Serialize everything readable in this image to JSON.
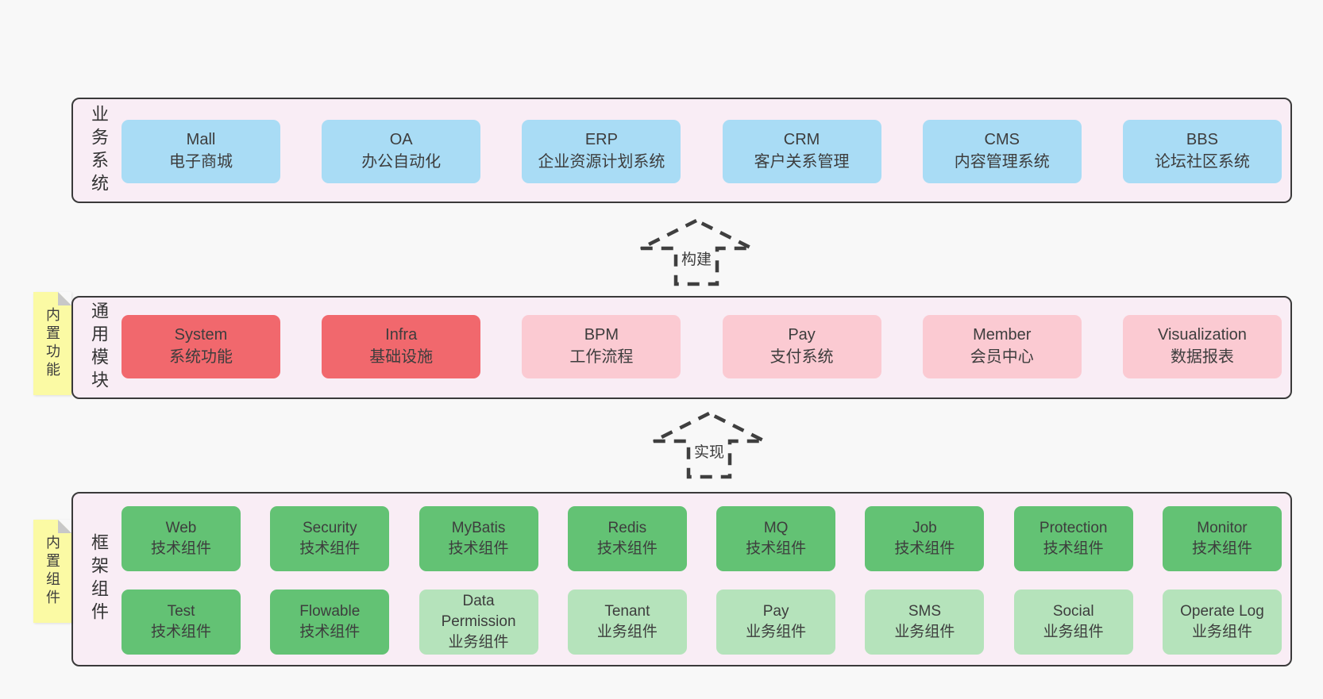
{
  "colors": {
    "page_bg": "#f8f8f8",
    "layer_bg": "#f9edf5",
    "layer_border": "#3a3a3a",
    "box_blue": "#a9dcf5",
    "box_red": "#f1686d",
    "box_pink": "#fbcad2",
    "box_green": "#63c274",
    "box_light_green": "#b5e3bb",
    "note_yellow": "#fbfaa4",
    "note_fold_gray": "#c8c8c8",
    "text": "#3d3d3d"
  },
  "arrows": [
    {
      "label": "构建"
    },
    {
      "label": "实现"
    }
  ],
  "layers": [
    {
      "label": "业务系统",
      "boxes": [
        {
          "name": "Mall",
          "desc": "电子商城"
        },
        {
          "name": "OA",
          "desc": "办公自动化"
        },
        {
          "name": "ERP",
          "desc": "企业资源计划系统"
        },
        {
          "name": "CRM",
          "desc": "客户关系管理"
        },
        {
          "name": "CMS",
          "desc": "内容管理系统"
        },
        {
          "name": "BBS",
          "desc": "论坛社区系统"
        }
      ]
    },
    {
      "label": "通用模块",
      "note": "内置功能",
      "boxes": [
        {
          "name": "System",
          "desc": "系统功能"
        },
        {
          "name": "Infra",
          "desc": "基础设施"
        },
        {
          "name": "BPM",
          "desc": "工作流程"
        },
        {
          "name": "Pay",
          "desc": "支付系统"
        },
        {
          "name": "Member",
          "desc": "会员中心"
        },
        {
          "name": "Visualization",
          "desc": "数据报表"
        }
      ]
    },
    {
      "label": "框架组件",
      "note": "内置组件",
      "row1": [
        {
          "name": "Web",
          "desc": "技术组件"
        },
        {
          "name": "Security",
          "desc": "技术组件"
        },
        {
          "name": "MyBatis",
          "desc": "技术组件"
        },
        {
          "name": "Redis",
          "desc": "技术组件"
        },
        {
          "name": "MQ",
          "desc": "技术组件"
        },
        {
          "name": "Job",
          "desc": "技术组件"
        },
        {
          "name": "Protection",
          "desc": "技术组件"
        },
        {
          "name": "Monitor",
          "desc": "技术组件"
        }
      ],
      "row2": [
        {
          "name": "Test",
          "desc": "技术组件"
        },
        {
          "name": "Flowable",
          "desc": "技术组件"
        },
        {
          "name": "Data Permission",
          "desc": "业务组件"
        },
        {
          "name": "Tenant",
          "desc": "业务组件"
        },
        {
          "name": "Pay",
          "desc": "业务组件"
        },
        {
          "name": "SMS",
          "desc": "业务组件"
        },
        {
          "name": "Social",
          "desc": "业务组件"
        },
        {
          "name": "Operate Log",
          "desc": "业务组件"
        }
      ]
    }
  ]
}
